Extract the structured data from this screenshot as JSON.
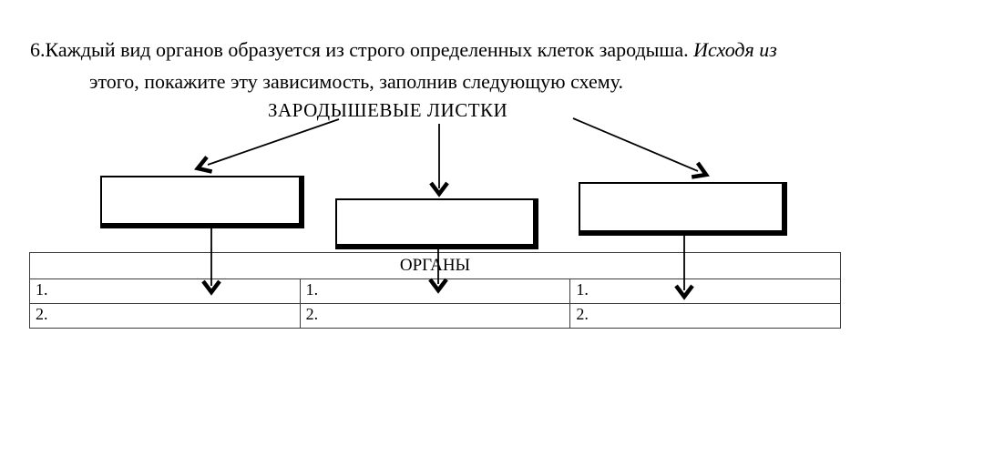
{
  "question": {
    "line1_main": "6.Каждый вид органов образуется из строго определенных клеток зародыша. ",
    "line1_emphasis": "Исходя из",
    "line2": "этого, покажите эту зависимость, заполнив следующую схему."
  },
  "diagram": {
    "title": "ЗАРОДЫШЕВЫЕ ЛИСТКИ",
    "boxes": [
      {
        "value": ""
      },
      {
        "value": ""
      },
      {
        "value": ""
      }
    ]
  },
  "organs_table": {
    "header": "ОРГАНЫ",
    "rows": [
      {
        "cells": [
          "1.",
          "1.",
          "1."
        ]
      },
      {
        "cells": [
          "2.",
          "2.",
          "2."
        ]
      }
    ]
  },
  "colors": {
    "ink": "#000000",
    "table_border": "#3c3c3c",
    "background": "#ffffff"
  }
}
